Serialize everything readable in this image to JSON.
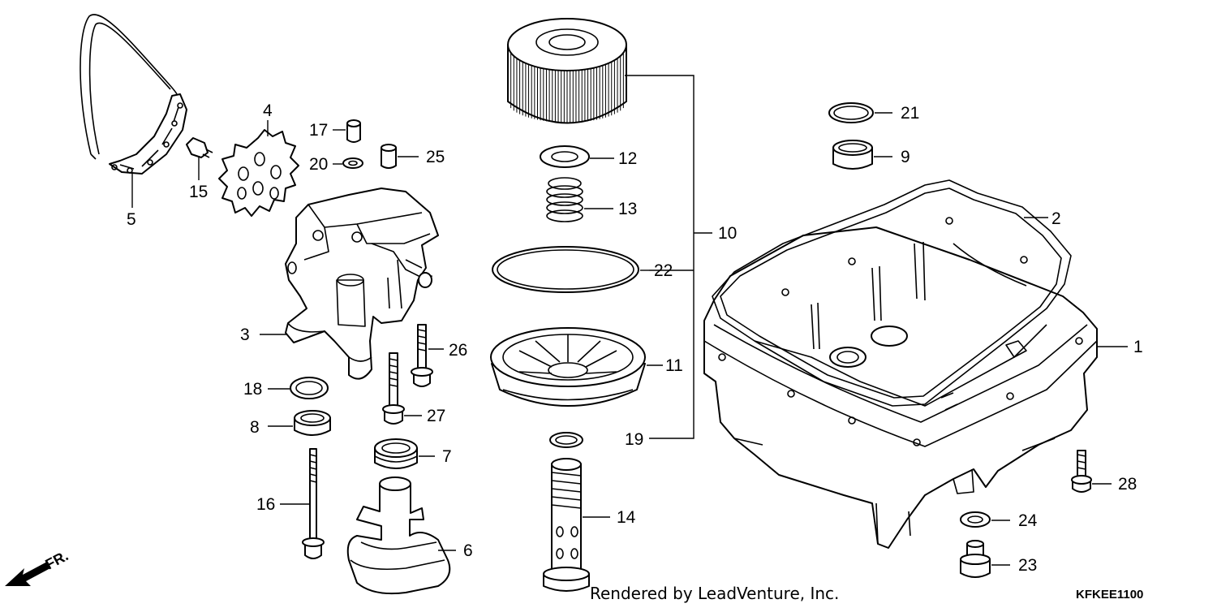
{
  "labels": [
    {
      "id": "1",
      "text": "1"
    },
    {
      "id": "2",
      "text": "2"
    },
    {
      "id": "3",
      "text": "3"
    },
    {
      "id": "4",
      "text": "4"
    },
    {
      "id": "5",
      "text": "5"
    },
    {
      "id": "6",
      "text": "6"
    },
    {
      "id": "7",
      "text": "7"
    },
    {
      "id": "8",
      "text": "8"
    },
    {
      "id": "9",
      "text": "9"
    },
    {
      "id": "10",
      "text": "10"
    },
    {
      "id": "11",
      "text": "11"
    },
    {
      "id": "12",
      "text": "12"
    },
    {
      "id": "13",
      "text": "13"
    },
    {
      "id": "14",
      "text": "14"
    },
    {
      "id": "15",
      "text": "15"
    },
    {
      "id": "16",
      "text": "16"
    },
    {
      "id": "17",
      "text": "17"
    },
    {
      "id": "18",
      "text": "18"
    },
    {
      "id": "19",
      "text": "19"
    },
    {
      "id": "20",
      "text": "20"
    },
    {
      "id": "21",
      "text": "21"
    },
    {
      "id": "22",
      "text": "22"
    },
    {
      "id": "23",
      "text": "23"
    },
    {
      "id": "24",
      "text": "24"
    },
    {
      "id": "25",
      "text": "25"
    },
    {
      "id": "26",
      "text": "26"
    },
    {
      "id": "27",
      "text": "27"
    },
    {
      "id": "28",
      "text": "28"
    }
  ],
  "footer": {
    "credit": "Rendered by LeadVenture, Inc.",
    "code": "KFKEE1100"
  },
  "direction": {
    "text": "FR."
  }
}
